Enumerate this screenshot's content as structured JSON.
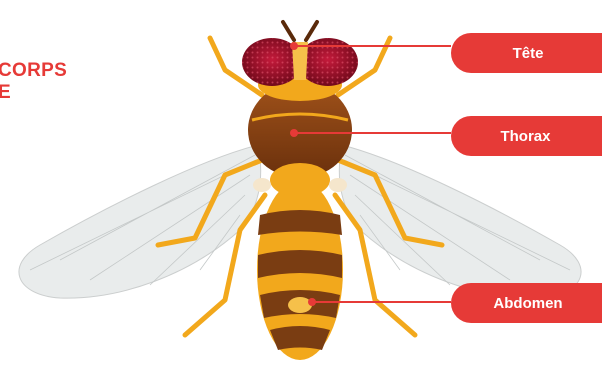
{
  "title": {
    "line1": "CORPS",
    "line2": "E"
  },
  "labels": {
    "head": "Tête",
    "thorax": "Thorax",
    "abdomen": "Abdomen"
  },
  "colors": {
    "accent": "#e63a37",
    "body_brown": "#7a3d12",
    "body_yellow": "#f2a81c",
    "eye_red": "#a0102a",
    "wing": "#e9ecec"
  }
}
